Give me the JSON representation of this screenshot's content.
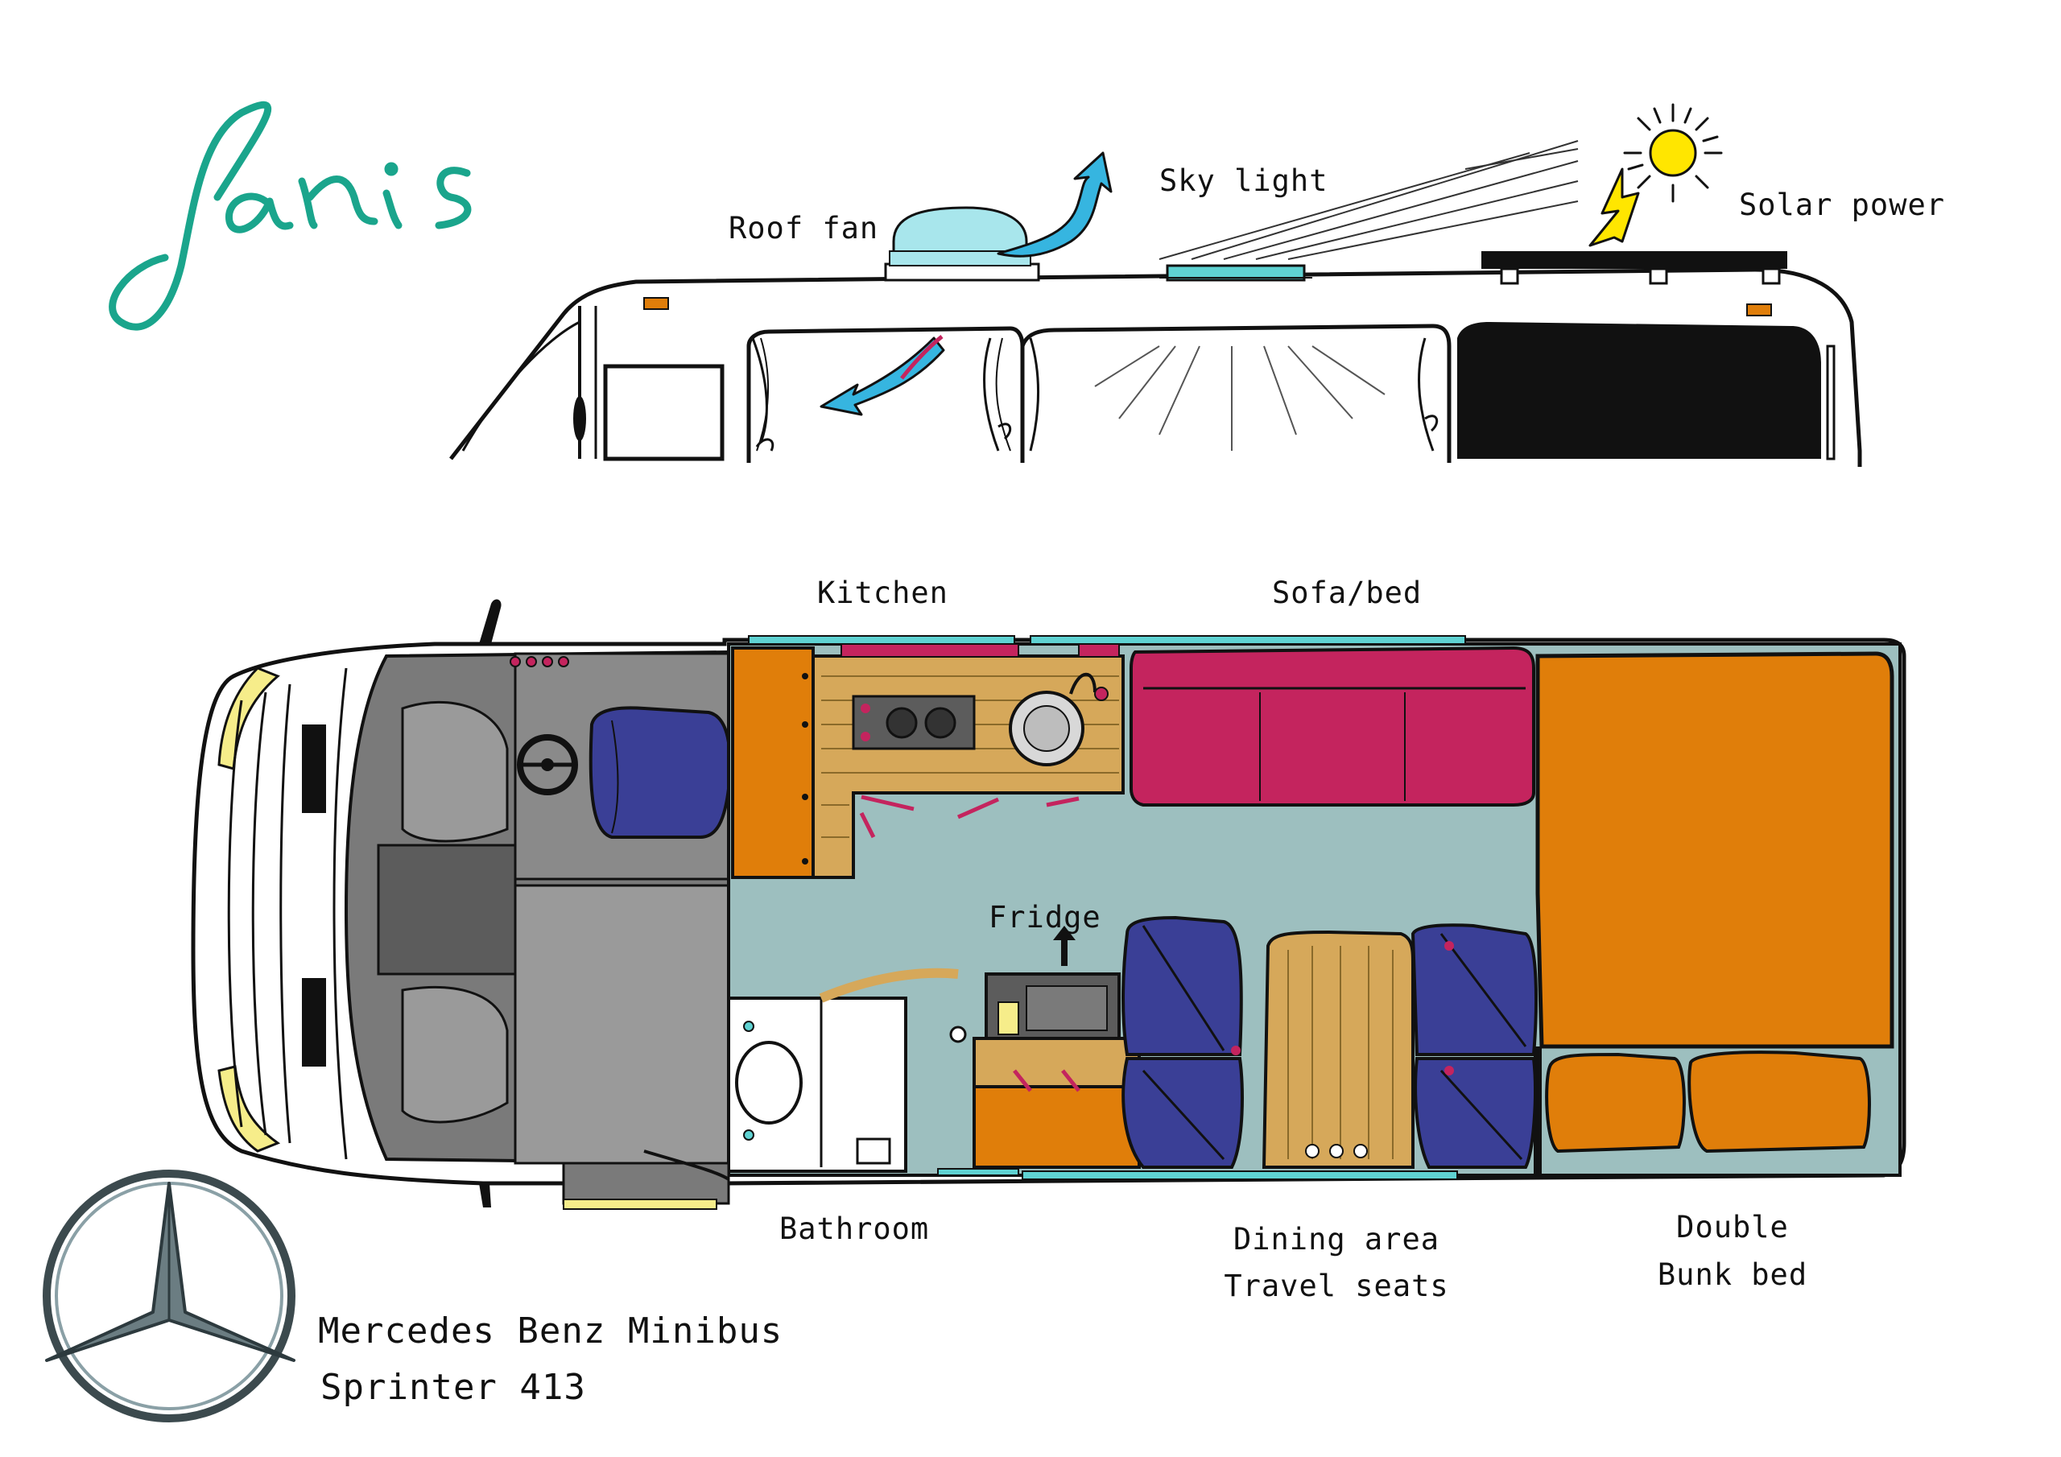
{
  "signature": "Janis",
  "colors": {
    "floor": "#9dbfbf",
    "cabin": "#7a7a7a",
    "wood_orange": "#e07e0a",
    "wood_light": "#d6a85a",
    "sofa": "#c4245e",
    "seat_blue": "#3a3f96",
    "arrow": "#36b5e0",
    "sun": "#ffe600",
    "signature": "#1aa58c",
    "teal_trim": "#5fd2d2"
  },
  "labels": {
    "roof_fan": "Roof fan",
    "sky_light": "Sky light",
    "solar_power": "Solar power",
    "kitchen": "Kitchen",
    "sofa_bed": "Sofa/bed",
    "fridge": "Fridge",
    "bathroom": "Bathroom",
    "dining_area": "Dining area",
    "travel_seats": "Travel seats",
    "double": "Double",
    "bunk_bed": "Bunk bed"
  },
  "title": {
    "line1": "Mercedes Benz Minibus",
    "line2": "Sprinter 413"
  },
  "icons": {
    "logo": "mercedes-star-logo",
    "sun": "sun-icon",
    "lightning": "lightning-icon",
    "airflow": "airflow-arrow-icon"
  }
}
